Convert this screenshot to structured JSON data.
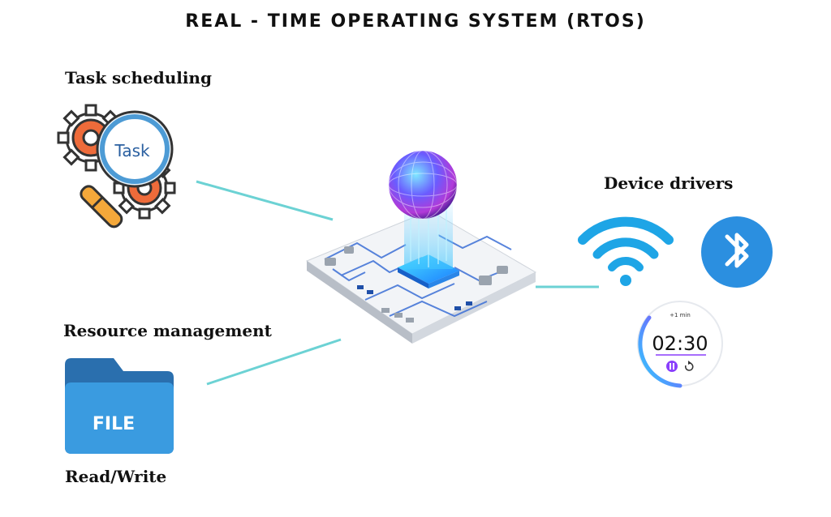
{
  "title": "REAL - TIME OPERATING SYSTEM (RTOS)",
  "labels": {
    "task_scheduling": "Task scheduling",
    "resource_management": "Resource management",
    "read_write": "Read/Write",
    "device_drivers": "Device drivers"
  },
  "icons": {
    "task": {
      "name": "task-magnifier-gears-icon",
      "text": "Task"
    },
    "file": {
      "name": "file-folder-icon",
      "text": "FILE"
    },
    "wifi": {
      "name": "wifi-icon"
    },
    "bluetooth": {
      "name": "bluetooth-icon"
    },
    "timer": {
      "name": "timer-icon",
      "badge": "+1 min",
      "time": "02:30"
    },
    "chip": {
      "name": "circuit-board-sphere-icon"
    }
  },
  "colors": {
    "connector": "#6cd2d4",
    "folder_front": "#3a9be0",
    "folder_back": "#2a6fae",
    "gear_orange": "#ee6b3a",
    "magnifier_rim": "#4d9bd5",
    "magnifier_handle": "#f4a83a",
    "wifi": "#1ea5e6",
    "bluetooth": "#2b8fe0",
    "timer_accent": "#8a3ffc"
  }
}
